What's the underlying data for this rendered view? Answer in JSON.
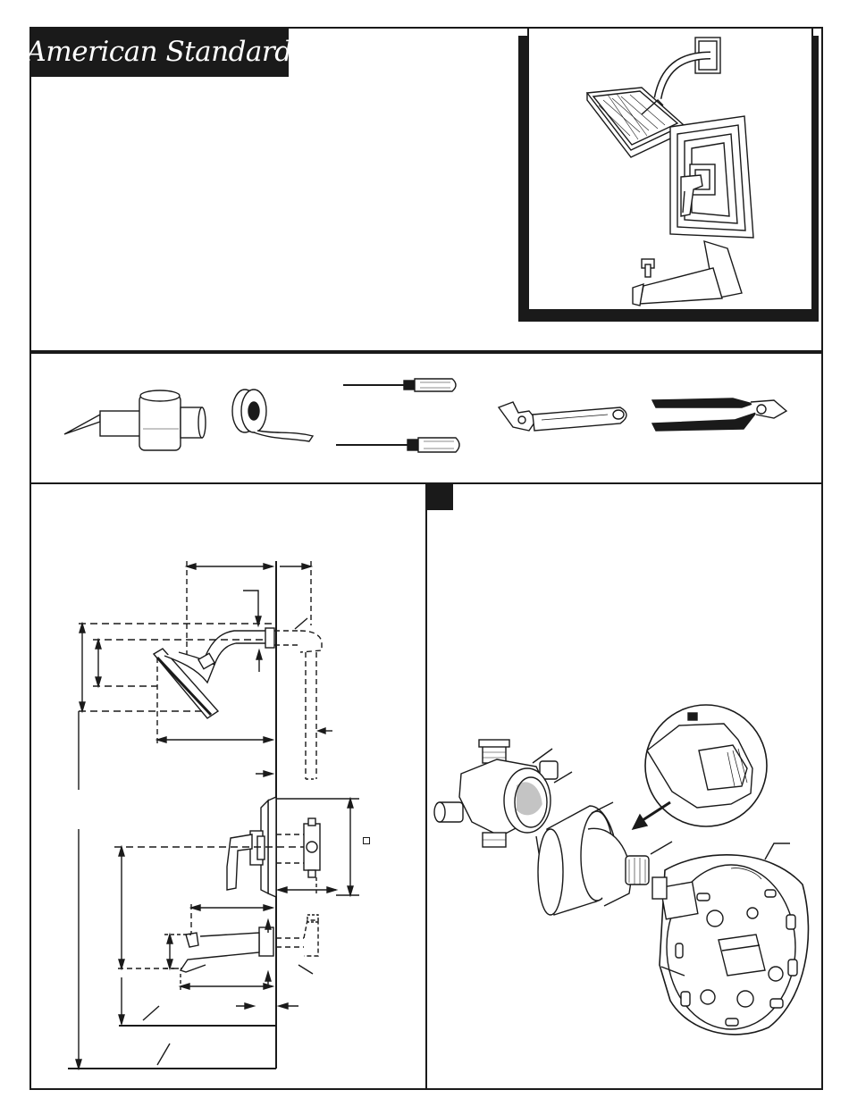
{
  "brand": {
    "logo_text": "American Standard"
  },
  "icons": {
    "hero": "shower-tub-trim-illustration",
    "tools": [
      "caulk-gun-icon",
      "thread-tape-icon",
      "phillips-screwdriver-icon",
      "flat-screwdriver-icon",
      "adjustable-wrench-icon",
      "pliers-icon"
    ],
    "rough_in": "rough-in-dimension-diagram",
    "exploded": "valve-exploded-view-diagram"
  },
  "colors": {
    "ink": "#1a1a1a",
    "paper": "#ffffff"
  }
}
